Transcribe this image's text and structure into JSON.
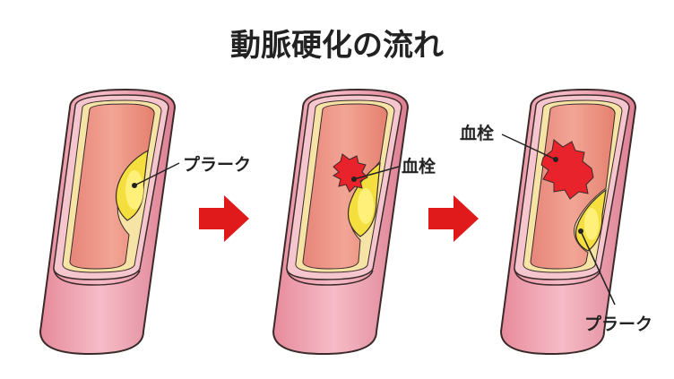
{
  "title": "動脈硬化の流れ",
  "stages": [
    {
      "labels": [
        "プラーク"
      ]
    },
    {
      "labels": [
        "血栓"
      ]
    },
    {
      "labels": [
        "血栓",
        "プラーク"
      ]
    }
  ],
  "colors": {
    "vessel_outer": "#ee9fae",
    "vessel_wall": "#f6c6cf",
    "vessel_edge": "#3a2a2a",
    "lumen": "#ea8b80",
    "lumen_highlight": "#f4b6a8",
    "fat_layer": "#f6e3a6",
    "plaque": "#f4df3f",
    "plaque_core": "#fff07a",
    "clot": "#e8232b",
    "arrow": "#e01a1a"
  },
  "icons": [
    "right-arrow-icon"
  ]
}
